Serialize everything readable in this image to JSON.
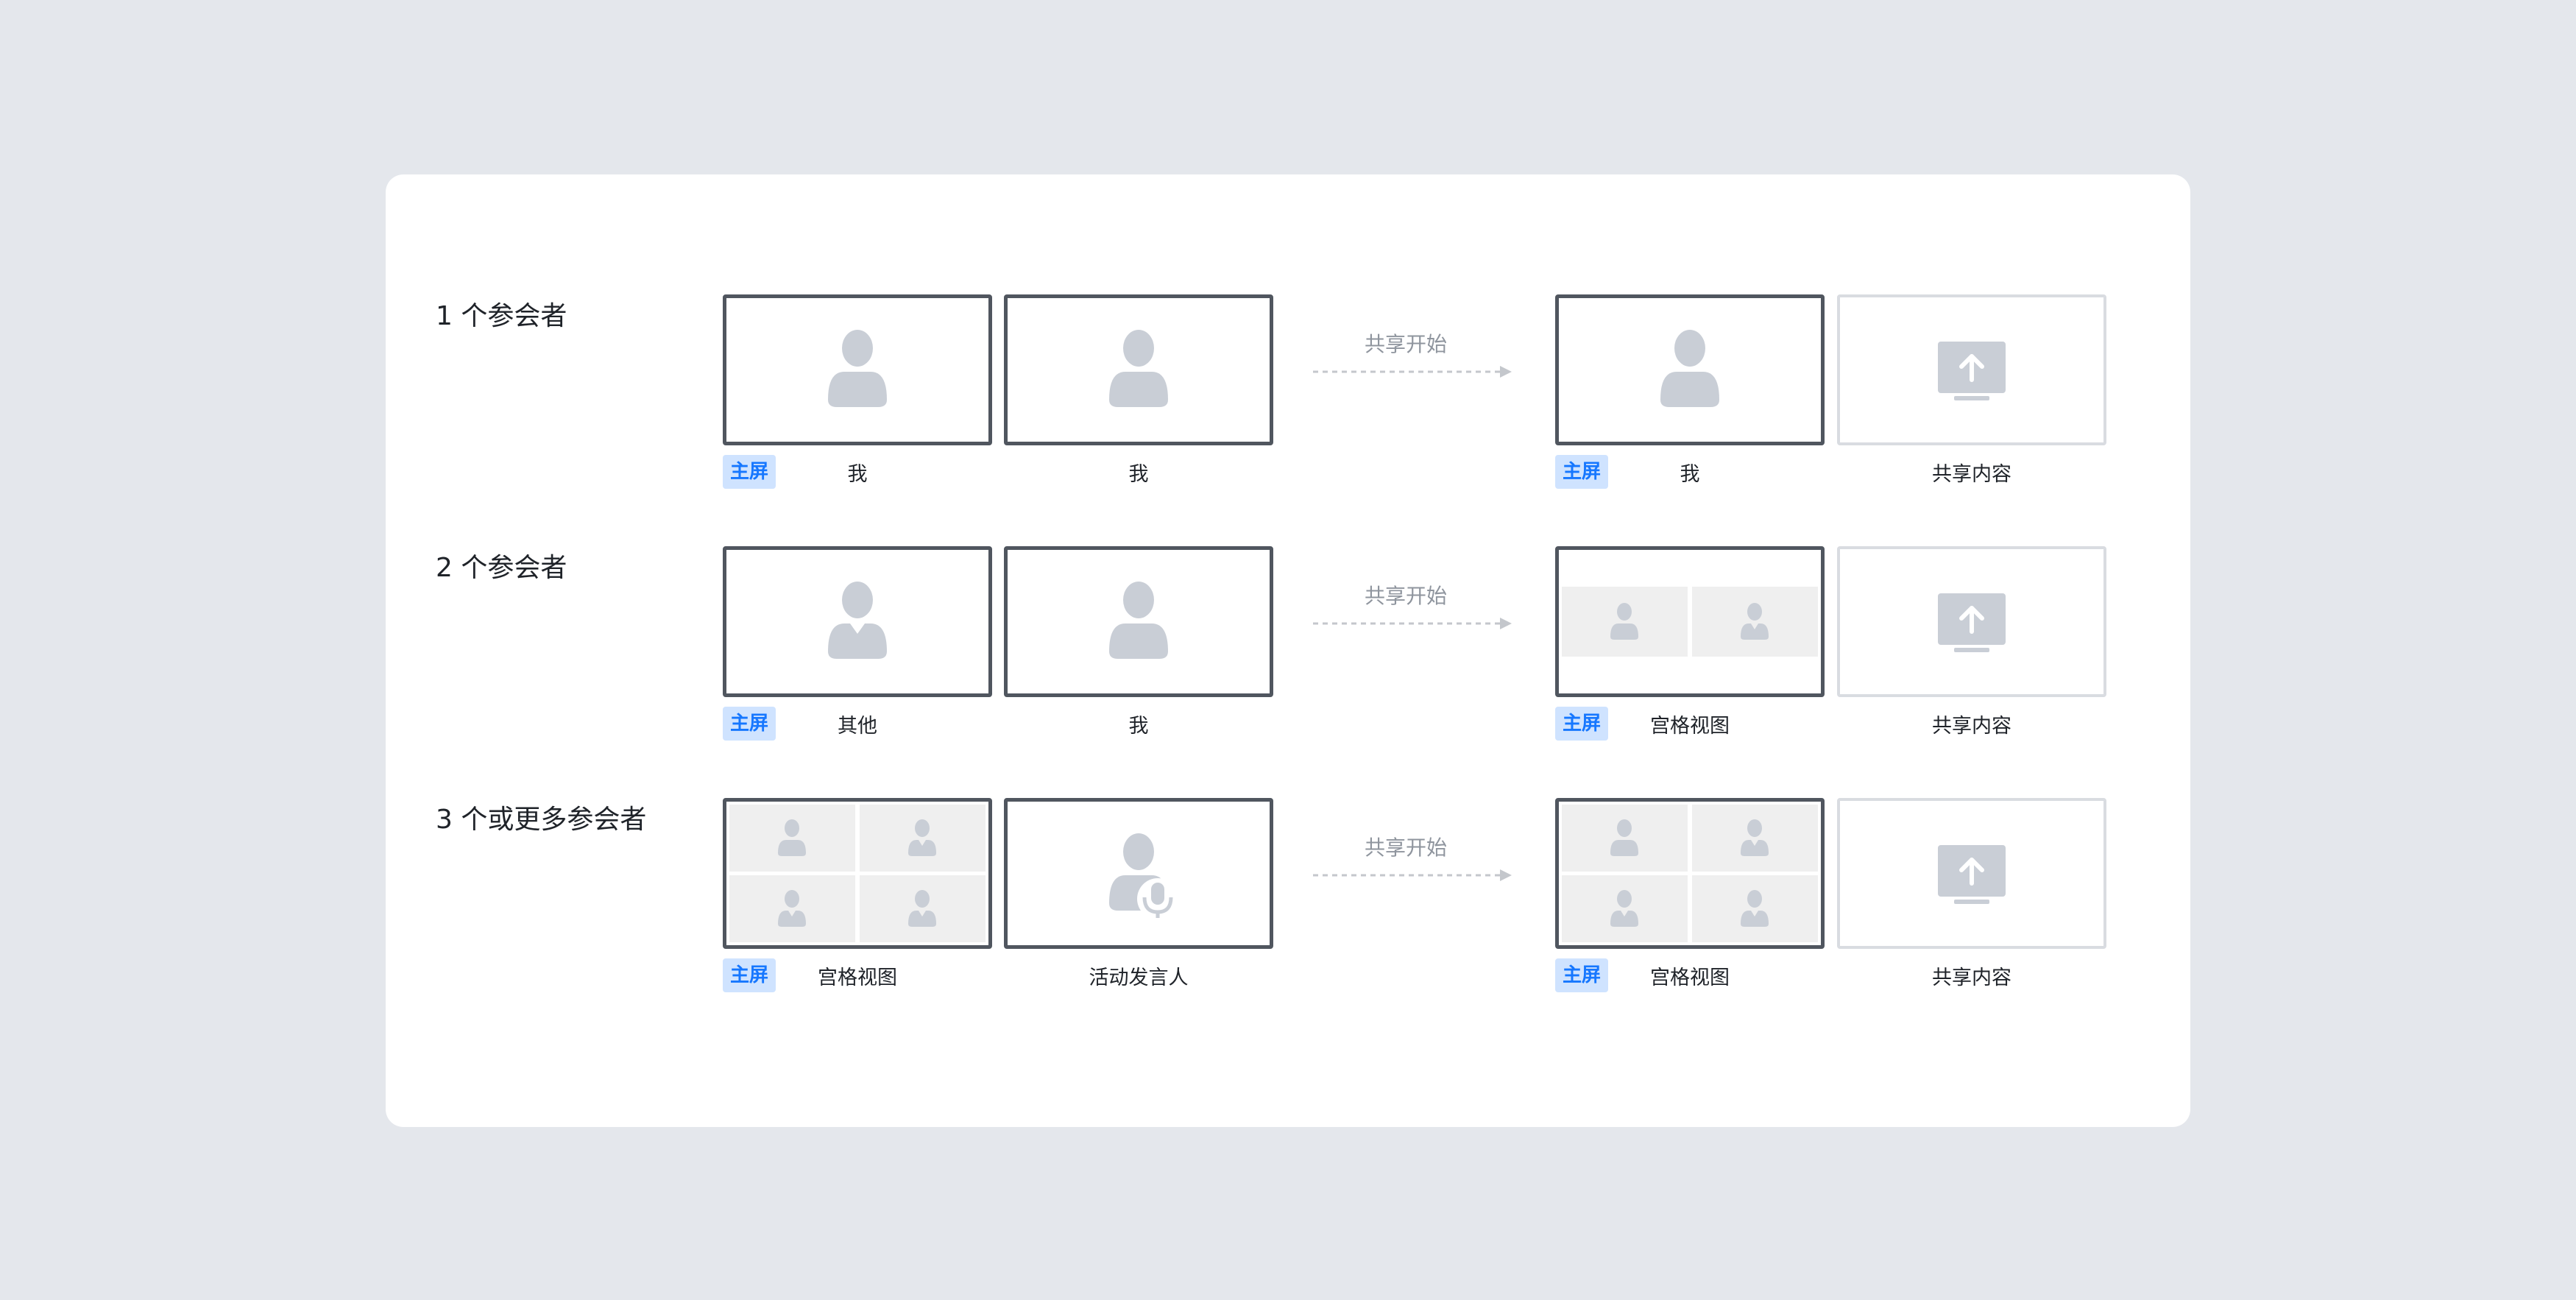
{
  "colors": {
    "background": "#e4e7ec",
    "card": "#ffffff",
    "screen_border": "#50565f",
    "share_border": "#d9dce1",
    "icon": "#c9ced6",
    "tile": "#efefef",
    "tag_bg": "#cfe3ff",
    "tag_text": "#1677ff",
    "arrow": "#c4c7cc"
  },
  "rows": [
    {
      "label": "1 个参会者",
      "arrow_label": "共享开始",
      "before": [
        {
          "tag": "主屏",
          "caption": "我",
          "content": "person-icon"
        },
        {
          "caption": "我",
          "content": "person-icon"
        }
      ],
      "after": [
        {
          "tag": "主屏",
          "caption": "我",
          "content": "person-icon"
        },
        {
          "caption": "共享内容",
          "content": "share-screen-icon"
        }
      ]
    },
    {
      "label": "2 个参会者",
      "arrow_label": "共享开始",
      "before": [
        {
          "tag": "主屏",
          "caption": "其他",
          "content": "person-tie-icon"
        },
        {
          "caption": "我",
          "content": "person-icon"
        }
      ],
      "after": [
        {
          "tag": "主屏",
          "caption": "宫格视图",
          "content": "two-tile-grid"
        },
        {
          "caption": "共享内容",
          "content": "share-screen-icon"
        }
      ]
    },
    {
      "label": "3 个或更多参会者",
      "arrow_label": "共享开始",
      "before": [
        {
          "tag": "主屏",
          "caption": "宫格视图",
          "content": "four-tile-grid"
        },
        {
          "caption": "活动发言人",
          "content": "speaker-icon"
        }
      ],
      "after": [
        {
          "tag": "主屏",
          "caption": "宫格视图",
          "content": "four-tile-grid"
        },
        {
          "caption": "共享内容",
          "content": "share-screen-icon"
        }
      ]
    }
  ]
}
